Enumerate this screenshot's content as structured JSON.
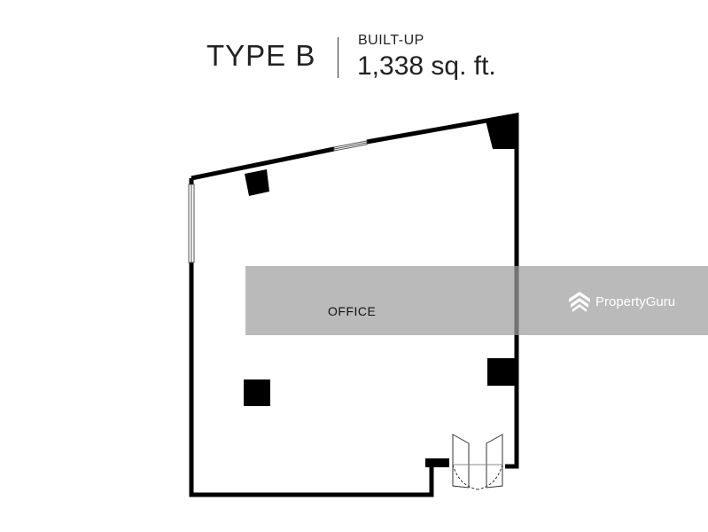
{
  "header": {
    "type_label": "TYPE B",
    "builtup_label": "BUILT-UP",
    "builtup_value": "1,338 sq. ft."
  },
  "plan": {
    "room_label": "OFFICE"
  },
  "watermark": {
    "brand_name": "PropertyGuru",
    "logo_icon": "propertyguru-logo-icon"
  },
  "colors": {
    "wall": "#000000",
    "watermark_band": "#a0a0a0",
    "text": "#222222"
  }
}
